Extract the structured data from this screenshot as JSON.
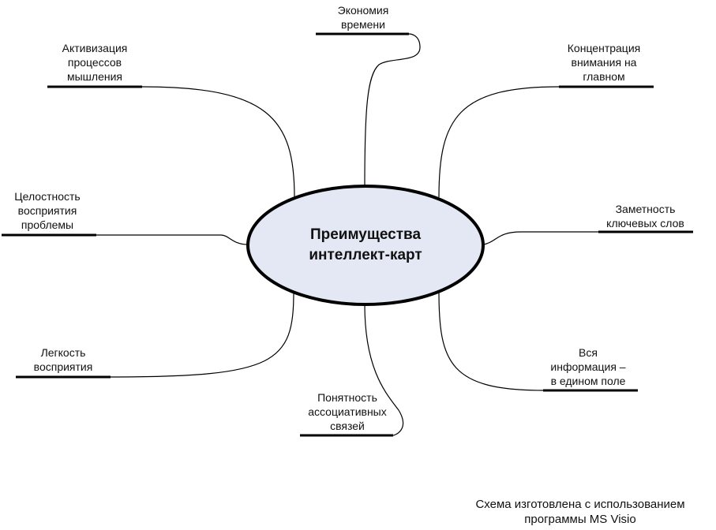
{
  "center": {
    "line1": "Преимущества",
    "line2": "интеллект-карт",
    "fill": "#e3e8f4",
    "stroke": "#000000"
  },
  "branches": [
    {
      "lines": [
        "Экономия",
        "времени"
      ]
    },
    {
      "lines": [
        "Активизация",
        "процессов",
        "мышления"
      ]
    },
    {
      "lines": [
        "Концентрация",
        "внимания на",
        "главном"
      ]
    },
    {
      "lines": [
        "Целостность",
        "восприятия",
        "проблемы"
      ]
    },
    {
      "lines": [
        "Заметность",
        "ключевых слов"
      ]
    },
    {
      "lines": [
        "Легкость",
        "восприятия"
      ]
    },
    {
      "lines": [
        "Вся",
        "информация –",
        "в едином поле"
      ]
    },
    {
      "lines": [
        "Понятность",
        "ассоциативных",
        "связей"
      ]
    }
  ],
  "footer": {
    "line1": "Схема изготовлена с использованием",
    "line2": "программы MS Visio"
  }
}
